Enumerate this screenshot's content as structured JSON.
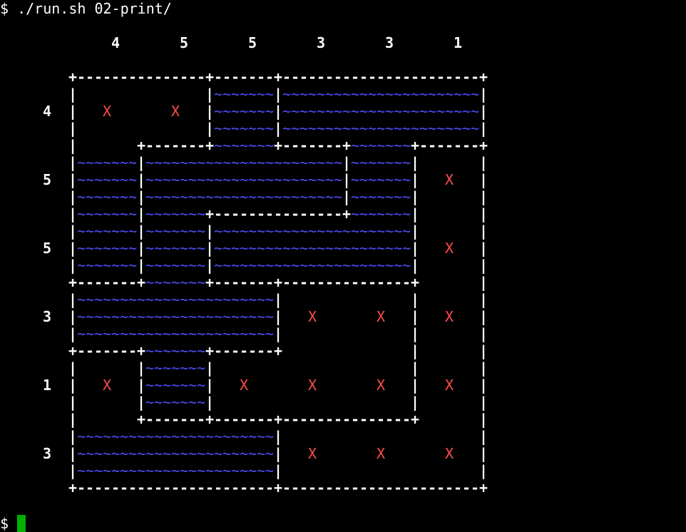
{
  "terminal": {
    "command": "$ ./run.sh 02-print/",
    "prompt": "$ ",
    "cursor_color": "#00b000",
    "colors": {
      "background": "#000000",
      "border": "#ffffff",
      "water": "#4f4fff",
      "x": "#ff4d4d",
      "clue": "#ffffff"
    },
    "board": {
      "column_clues": [
        "4",
        "5",
        "5",
        "3",
        "3",
        "1"
      ],
      "row_clues": [
        "4",
        "5",
        "5",
        "3",
        "1",
        "3"
      ],
      "lines": [
        "             4       5       5       3       3       1",
        "",
        "        +---------------+-------+-----------------------+",
        "        |               |~~~~~~~|~~~~~~~~~~~~~~~~~~~~~~~|",
        "     4  |   X       X   |~~~~~~~|~~~~~~~~~~~~~~~~~~~~~~~|",
        "        |               |~~~~~~~|~~~~~~~~~~~~~~~~~~~~~~~|",
        "        |       +-------+~~~~~~~+-------+~~~~~~~+-------+",
        "        |~~~~~~~|~~~~~~~~~~~~~~~~~~~~~~~|~~~~~~~|       |",
        "     5  |~~~~~~~|~~~~~~~~~~~~~~~~~~~~~~~|~~~~~~~|   X   |",
        "        |~~~~~~~|~~~~~~~~~~~~~~~~~~~~~~~|~~~~~~~|       |",
        "        |~~~~~~~|~~~~~~~+---------------+~~~~~~~|       |",
        "        |~~~~~~~|~~~~~~~|~~~~~~~~~~~~~~~~~~~~~~~|       |",
        "     5  |~~~~~~~|~~~~~~~|~~~~~~~~~~~~~~~~~~~~~~~|   X   |",
        "        |~~~~~~~|~~~~~~~|~~~~~~~~~~~~~~~~~~~~~~~|       |",
        "        +-------+~~~~~~~+-------+---------------+       |",
        "        |~~~~~~~~~~~~~~~~~~~~~~~|               |       |",
        "     3  |~~~~~~~~~~~~~~~~~~~~~~~|   X       X   |   X   |",
        "        |~~~~~~~~~~~~~~~~~~~~~~~|               |       |",
        "        +-------+~~~~~~~+-------+               |       |",
        "        |       |~~~~~~~|                       |       |",
        "     1  |   X   |~~~~~~~|   X       X       X   |   X   |",
        "        |       |~~~~~~~|                       |       |",
        "        |       +-------+-------+---------------+       |",
        "        |~~~~~~~~~~~~~~~~~~~~~~~|                       |",
        "     3  |~~~~~~~~~~~~~~~~~~~~~~~|   X       X       X   |",
        "        |~~~~~~~~~~~~~~~~~~~~~~~|                       |",
        "        +-----------------------+-----------------------+"
      ]
    }
  }
}
